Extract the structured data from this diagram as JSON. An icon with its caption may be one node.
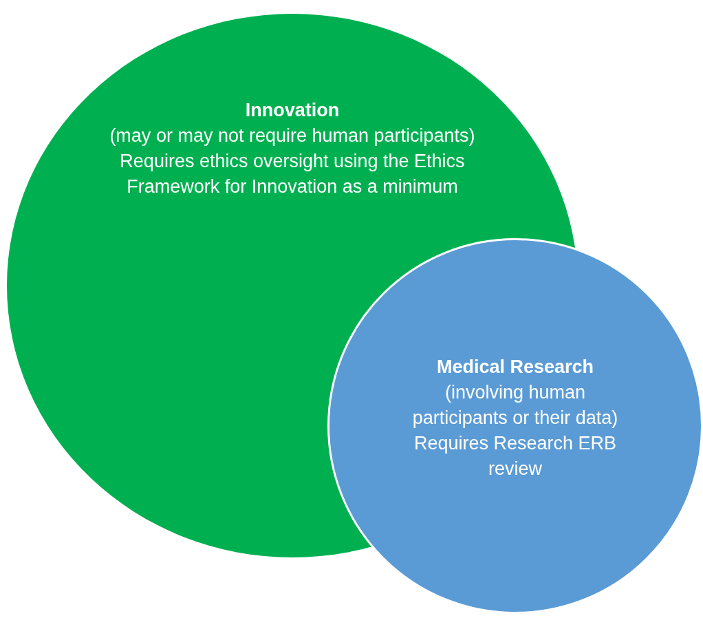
{
  "diagram": {
    "nodes": [
      {
        "text": [
          "Innovation",
          "(may or may not require human participants)",
          "Requires ethics oversight using the Ethics Framework for Innovation as a minimum"
        ]
      },
      {
        "text": [
          "Medical Research",
          "(involving human participants or their data)",
          "Requires Research ERB review"
        ]
      }
    ]
  }
}
